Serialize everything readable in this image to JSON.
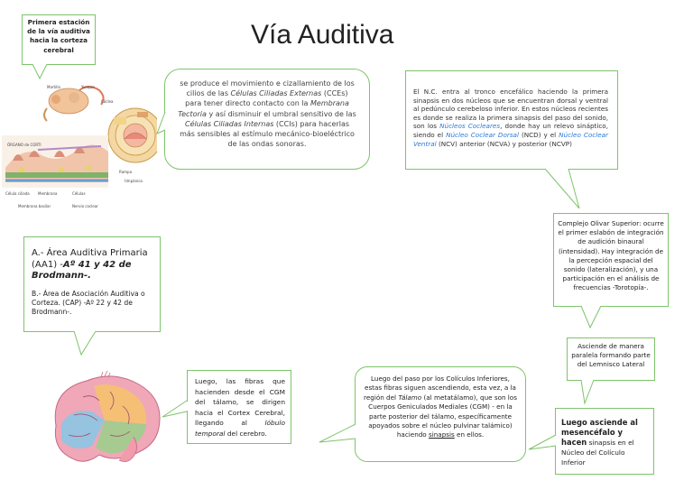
{
  "title": "Vía Auditiva",
  "box_primera": {
    "text": "Primera estación de la vía auditiva hacia la corteza cerebral"
  },
  "box_celulas": {
    "p1": "se produce el movimiento e cizallamiento de los cilios de las ",
    "cce": "Células Ciliadas Externas",
    "p2": " (CCEs) para tener directo contacto con la ",
    "membrana": "Membrana Tectoria",
    "p3": " y así disminuir el umbral sensitivo de las ",
    "cci": "Células Ciliadas Internas",
    "p4": " (CCIs) para hacerlas más sensibles al estímulo mecánico-bioeléctrico de las ondas sonoras."
  },
  "box_nc": {
    "p1": "El N.C. entra al tronco encefálico haciendo la primera sinapsis en dos núcleos que se encuentran dorsal y ventral al pedúnculo cerebeloso inferior. En estos núcleos recientes es donde se realiza la primera sinapsis del paso del sonido, son los ",
    "nucleos": "Núcleos Cocleares",
    "p2": ", donde hay un relevo sináptico, siendo el ",
    "dorsal": "Núcleo Coclear Dorsal",
    "p3": " (NCD) y el ",
    "ventral": "Núcleo Coclear Ventral",
    "p4": " (NCV) anterior (NCVA) y posterior (NCVP)"
  },
  "box_olivar": {
    "text": "Complejo Olivar Superior: ocurre el primer eslabón de integración de audición binaural (intensidad). Hay integración de la percepción espacial del sonido (lateralización), y una participación en el análisis de frecuencias -Torotopía-."
  },
  "box_area": {
    "a_title": "A.- Área Auditiva Primaria (AA1) -",
    "a_bold": "Aº 41 y 42 de Brodmann-.",
    "b_text": "B.- Área de Asociación Auditiva o Corteza. (CAP) -Aº 22 y 42 de Brodmann-."
  },
  "box_lemnisco": {
    "text": "Asciende de manera paralela formando parte del Lemnisco Lateral"
  },
  "box_mesencefalo": {
    "bold": "Luego asciende al mesencéfalo y hacen",
    "text": " sinapsis en el Núcleo del Colículo Inferior"
  },
  "box_coliculos": {
    "p1": "Luego del paso por los Colículos Inferiores, estas fibras siguen ascendiendo, esta vez, a la región del ",
    "talamo": "Tálamo",
    "p2": " (al metatálamo), que son los Cuerpos Geniculados Mediales (CGM) - en la parte posterior del tálamo, específicamente apoyados sobre el núcleo pulvinar talámico) haciendo ",
    "sinapsis": "sinapsis",
    "p3": " en ellos."
  },
  "box_luego": {
    "p1": "Luego, las fibras que hacienden desde el CGM del tálamo, se dirigen hacia el Cortex Cerebral, llegando al ",
    "lobulo": "lóbulo temporal",
    "p2": " del cerebro."
  },
  "colors": {
    "border": "#7dc46b",
    "highlight": "#2c7bd6",
    "text": "#222222"
  }
}
